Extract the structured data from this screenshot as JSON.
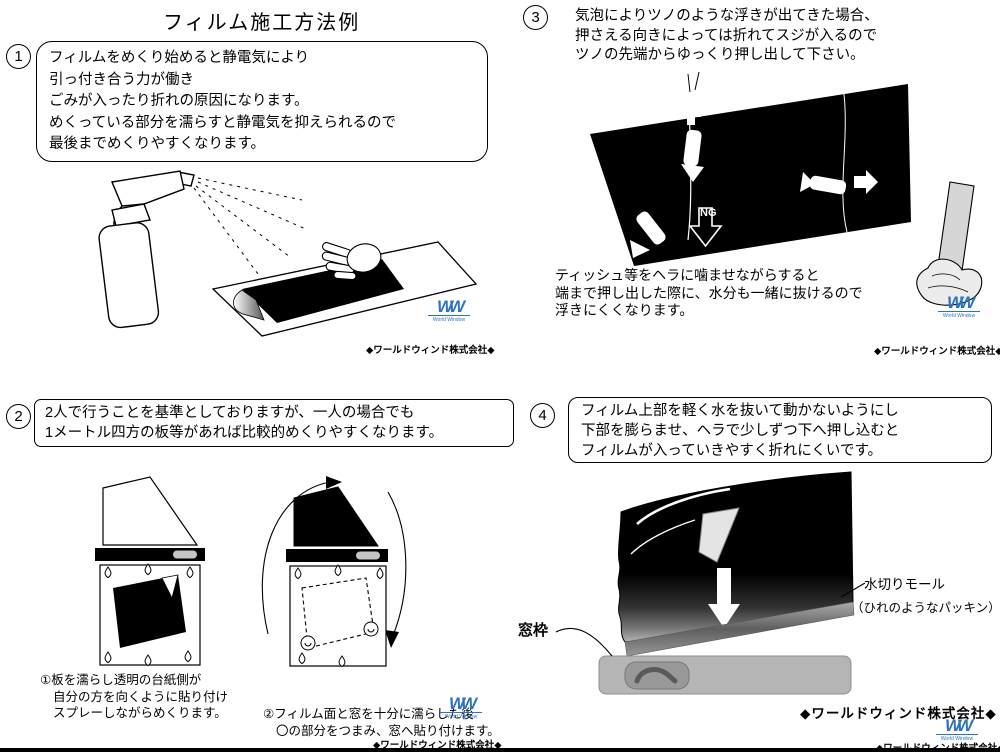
{
  "title": "フィルム施工方法例",
  "logo": {
    "letters": "WW",
    "name": "World Window"
  },
  "footer": {
    "company_small": "◆ワールドウィンド株式会社◆",
    "company_large": "◆ワールドウィンド株式会社◆"
  },
  "s1": {
    "num": "1",
    "lines": [
      "フィルムをめくり始めると静電気により",
      "引っ付き合う力が働き",
      "ごみが入ったり折れの原因になります。",
      "めくっている部分を濡らすと静電気を抑えられるので",
      "最後までめくりやすくなります。"
    ]
  },
  "s2": {
    "num": "2",
    "lines": [
      "2人で行うことを基準としておりますが、一人の場合でも",
      "1メートル四方の板等があれば比較的めくりやすくなります。"
    ],
    "cap1": [
      "①板を濡らし透明の台紙側が",
      "自分の方を向くように貼り付け",
      "スプレーしながらめくります。"
    ],
    "cap2": [
      "②フィルム面と窓を十分に濡らした後",
      "〇の部分をつまみ、窓へ貼り付けます。"
    ]
  },
  "s3": {
    "num": "3",
    "lines": [
      "気泡によりツノのような浮きが出てきた場合、",
      "押さえる向きによっては折れてスジが入るので",
      "ツノの先端からゆっくり押し出して下さい。"
    ],
    "ng": "NG",
    "note": [
      "ティッシュ等をヘラに噛ませながらすると",
      "端まで押し出した際に、水分も一緒に抜けるので",
      "浮きにくくなります。"
    ]
  },
  "s4": {
    "num": "4",
    "lines": [
      "フィルム上部を軽く水を抜いて動かないようにし",
      "下部を膨らませ、ヘラで少しずつ下へ押し込むと",
      "フィルムが入っていきやすく折れにくいです。"
    ],
    "window_frame": "窓枠",
    "molding": "水切りモール",
    "molding_sub": "（ひれのようなパッキン）"
  }
}
